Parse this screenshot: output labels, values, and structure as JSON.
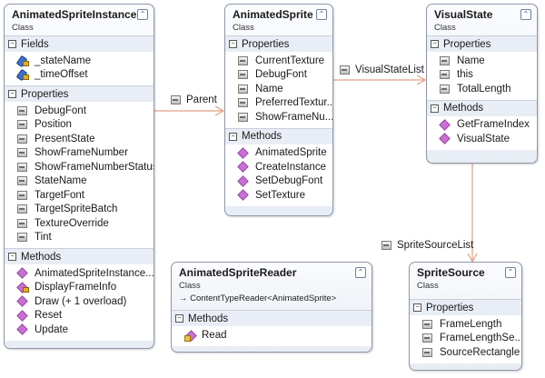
{
  "classes": {
    "animated_sprite_instance": {
      "name": "AnimatedSpriteInstance",
      "type": "Class",
      "fields_label": "Fields",
      "fields": [
        "_stateName",
        "_timeOffset"
      ],
      "properties_label": "Properties",
      "properties": [
        "DebugFont",
        "Position",
        "PresentState",
        "ShowFrameNumber",
        "ShowFrameNumberStatus",
        "StateName",
        "TargetFont",
        "TargetSpriteBatch",
        "TextureOverride",
        "Tint"
      ],
      "methods_label": "Methods",
      "methods": [
        "AnimatedSpriteInstance...",
        "DisplayFrameInfo",
        "Draw (+ 1 overload)",
        "Reset",
        "Update"
      ]
    },
    "animated_sprite": {
      "name": "AnimatedSprite",
      "type": "Class",
      "properties_label": "Properties",
      "properties": [
        "CurrentTexture",
        "DebugFont",
        "Name",
        "PreferredTextur...",
        "ShowFrameNu..."
      ],
      "methods_label": "Methods",
      "methods": [
        "AnimatedSprite",
        "CreateInstance",
        "SetDebugFont",
        "SetTexture"
      ]
    },
    "visual_state": {
      "name": "VisualState",
      "type": "Class",
      "properties_label": "Properties",
      "properties": [
        "Name",
        "this",
        "TotalLength"
      ],
      "methods_label": "Methods",
      "methods": [
        "GetFrameIndex",
        "VisualState"
      ]
    },
    "animated_sprite_reader": {
      "name": "AnimatedSpriteReader",
      "type": "Class",
      "inherits": "→ ContentTypeReader<AnimatedSprite>",
      "methods_label": "Methods",
      "methods": [
        "Read"
      ]
    },
    "sprite_source": {
      "name": "SpriteSource",
      "type": "Class",
      "properties_label": "Properties",
      "properties": [
        "FrameLength",
        "FrameLengthSe...",
        "SourceRectangle"
      ]
    }
  },
  "associations": {
    "parent": "Parent",
    "visual_state_list": "VisualStateList",
    "sprite_source_list": "SpriteSourceList"
  },
  "colors": {
    "connector": "#e0a080",
    "border": "#8e98aa"
  }
}
